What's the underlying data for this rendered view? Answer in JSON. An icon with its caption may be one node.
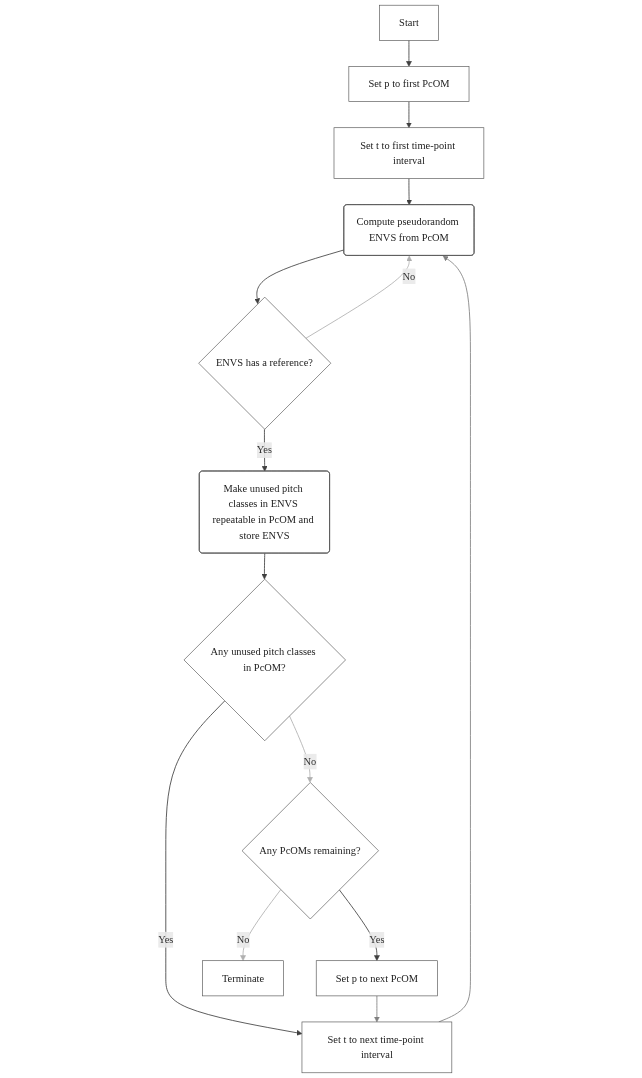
{
  "diagram": {
    "nodes": [
      {
        "text": [
          "Start"
        ]
      },
      {
        "text": [
          "Set p to first PcOM"
        ]
      },
      {
        "text": [
          "Set t to first time-point interval"
        ]
      },
      {
        "text": [
          "Compute pseudorandom ENVS from PcOM"
        ]
      },
      {
        "text": [
          "ENVS has a reference?"
        ]
      },
      {
        "text": [
          "Make unused pitch classes in ENVS repeatable in PcOM and store ENVS"
        ]
      },
      {
        "text": [
          "Any unused pitch classes in PcOM?"
        ]
      },
      {
        "text": [
          "Set t to next time-point interval"
        ]
      },
      {
        "text": [
          "Any PcOMs remaining?"
        ]
      },
      {
        "text": [
          "Set p to next PcOM"
        ]
      },
      {
        "text": [
          "Terminate"
        ]
      }
    ],
    "edges": [
      {
        "from": 0,
        "to": 1,
        "arrow": "to"
      },
      {
        "from": 1,
        "to": 2,
        "arrow": "to"
      },
      {
        "from": 2,
        "to": 3,
        "arrow": "to"
      },
      {
        "from": 3,
        "to": 4,
        "arrow": "to"
      },
      {
        "from": 4,
        "to": 3,
        "arrow": "to",
        "label": "No",
        "color": "#b0b0b0"
      },
      {
        "from": 4,
        "to": 5,
        "arrow": "to",
        "label": "Yes"
      },
      {
        "from": 5,
        "to": 6,
        "arrow": "to"
      },
      {
        "from": 6,
        "to": 7,
        "arrow": "to",
        "label": "Yes"
      },
      {
        "from": 7,
        "to": 3,
        "arrow": "to",
        "color": "#808080"
      },
      {
        "from": 6,
        "to": 8,
        "arrow": "to",
        "label": "No",
        "color": "#b0b0b0"
      },
      {
        "from": 8,
        "to": 9,
        "arrow": "to",
        "label": "Yes"
      },
      {
        "from": 9,
        "to": 7,
        "arrow": "to",
        "color": "#808080"
      },
      {
        "from": 8,
        "to": 10,
        "arrow": "to",
        "label": "No",
        "color": "#b0b0b0"
      }
    ]
  }
}
